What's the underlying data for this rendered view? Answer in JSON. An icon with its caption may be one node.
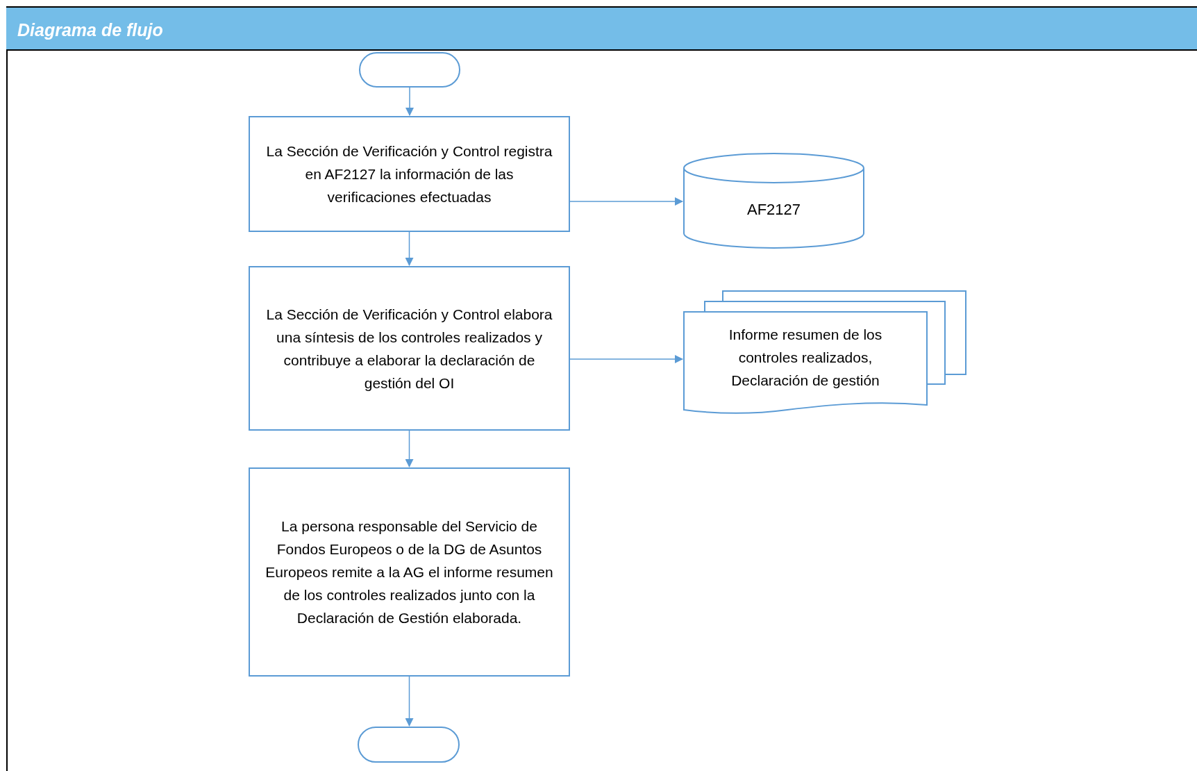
{
  "diagram": {
    "title": "Diagrama de flujo",
    "nodes": [
      {
        "text": [],
        "shape": "terminal"
      },
      {
        "text": [
          "La Sección de Verificación y Control registra en AF2127 la información de las verificaciones efectuadas"
        ]
      },
      {
        "text": [
          "AF2127"
        ]
      },
      {
        "text": [
          "La Sección de Verificación y Control elabora una síntesis de los controles realizados y contribuye a elaborar la declaración de gestión del OI"
        ]
      },
      {
        "text": [
          "Informe resumen de los controles realizados, Declaración de gestión"
        ]
      },
      {
        "text": [
          "La persona responsable del Servicio de Fondos Europeos o de la DG de Asuntos Europeos remite a la AG el informe resumen de los controles realizados junto con la Declaración de Gestión elaborada."
        ]
      },
      {
        "text": [],
        "shape": "terminal"
      }
    ],
    "edges": [
      {
        "from": 0,
        "to": 1,
        "arrow": "to"
      },
      {
        "from": 1,
        "to": 2,
        "arrow": "to"
      },
      {
        "from": 1,
        "to": 3,
        "arrow": "to"
      },
      {
        "from": 3,
        "to": 4,
        "arrow": "to"
      },
      {
        "from": 3,
        "to": 5,
        "arrow": "to"
      },
      {
        "from": 5,
        "to": 6,
        "arrow": "to"
      }
    ]
  }
}
